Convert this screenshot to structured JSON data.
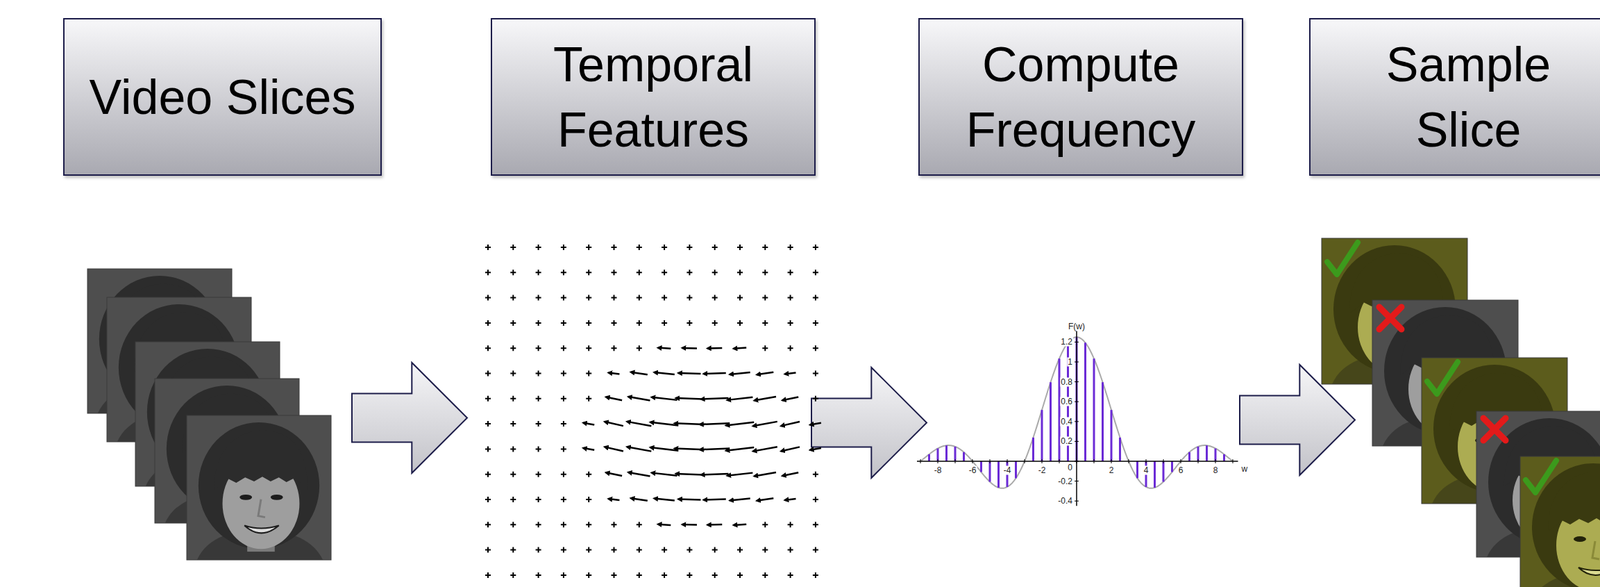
{
  "diagram": {
    "nodes": [
      {
        "text": [
          "Video Slices"
        ]
      },
      {
        "text": [
          "Temporal Features"
        ]
      },
      {
        "text": [
          "Compute Frequency"
        ]
      },
      {
        "text": [
          "Sample Slice"
        ]
      }
    ],
    "labels": [
      "F(w)",
      "1.2",
      "1",
      "0.8",
      "0.6",
      "0.4",
      "0.2",
      "0",
      "-0.2",
      "-0.4",
      "-8",
      "-6",
      "-4",
      "-2",
      "2",
      "4",
      "6",
      "8",
      "w"
    ]
  }
}
